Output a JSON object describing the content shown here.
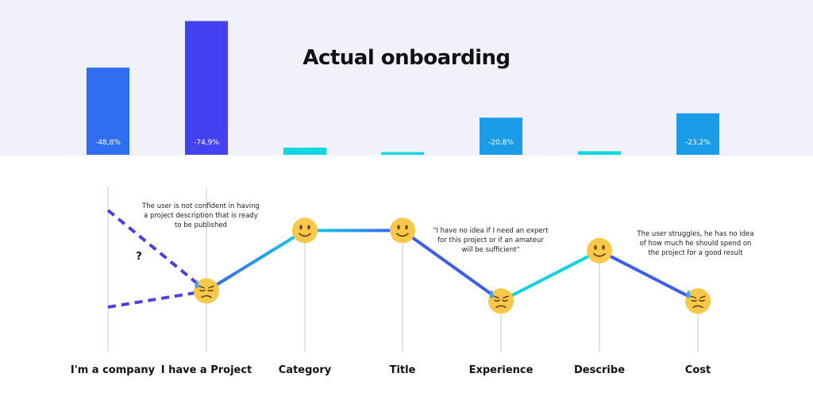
{
  "colors": {
    "bar_blue": "#2f6df3",
    "bar_indigo": "#4441f0",
    "bar_cyan": "#12d7e0",
    "bar_sky": "#1a9ce8",
    "line_blue": "#3d5cf0",
    "line_cyan": "#14d3df",
    "dash_indigo": "#4b3fe6",
    "emoji": "#f9c84a",
    "band": "#f1f1fb"
  },
  "chart_data": {
    "type": "bar",
    "title": "Actual onboarding",
    "categories": [
      "I'm a company",
      "I have a Project",
      "Category",
      "Title",
      "Experience",
      "Describe",
      "Cost"
    ],
    "bar_values": [
      48.8,
      74.9,
      4,
      1.5,
      20.8,
      2,
      23.2
    ],
    "bar_labels": [
      "-48,8%",
      "-74,9%",
      "",
      "",
      "-20,8%",
      "",
      "-23,2%"
    ],
    "bar_colors": [
      "bar_blue",
      "bar_indigo",
      "bar_cyan",
      "bar_cyan",
      "bar_sky",
      "bar_cyan",
      "bar_sky"
    ],
    "ylim": [
      0,
      80
    ],
    "journey": {
      "type": "line",
      "levels": [
        null,
        1,
        4,
        4,
        0.5,
        3,
        0.5
      ],
      "ylim": [
        0,
        5
      ],
      "moods": [
        null,
        "sad",
        "happy",
        "happy",
        "sad",
        "happy",
        "sad"
      ],
      "branch_from_first": {
        "upper": 5,
        "lower": 0.2
      }
    },
    "question_mark": "?",
    "annotations": [
      {
        "category": 1,
        "lines": [
          "The user is not confident in having",
          "a project description that is ready",
          "to be published"
        ]
      },
      {
        "category": 4,
        "lines": [
          "\"I have no idea if I need an expert",
          "for this project or if an amateur",
          "will be sufficient\""
        ]
      },
      {
        "category": 6,
        "lines": [
          "The user struggles, he has no idea",
          "of how much he should spend on",
          "the project for a good result"
        ]
      }
    ]
  }
}
